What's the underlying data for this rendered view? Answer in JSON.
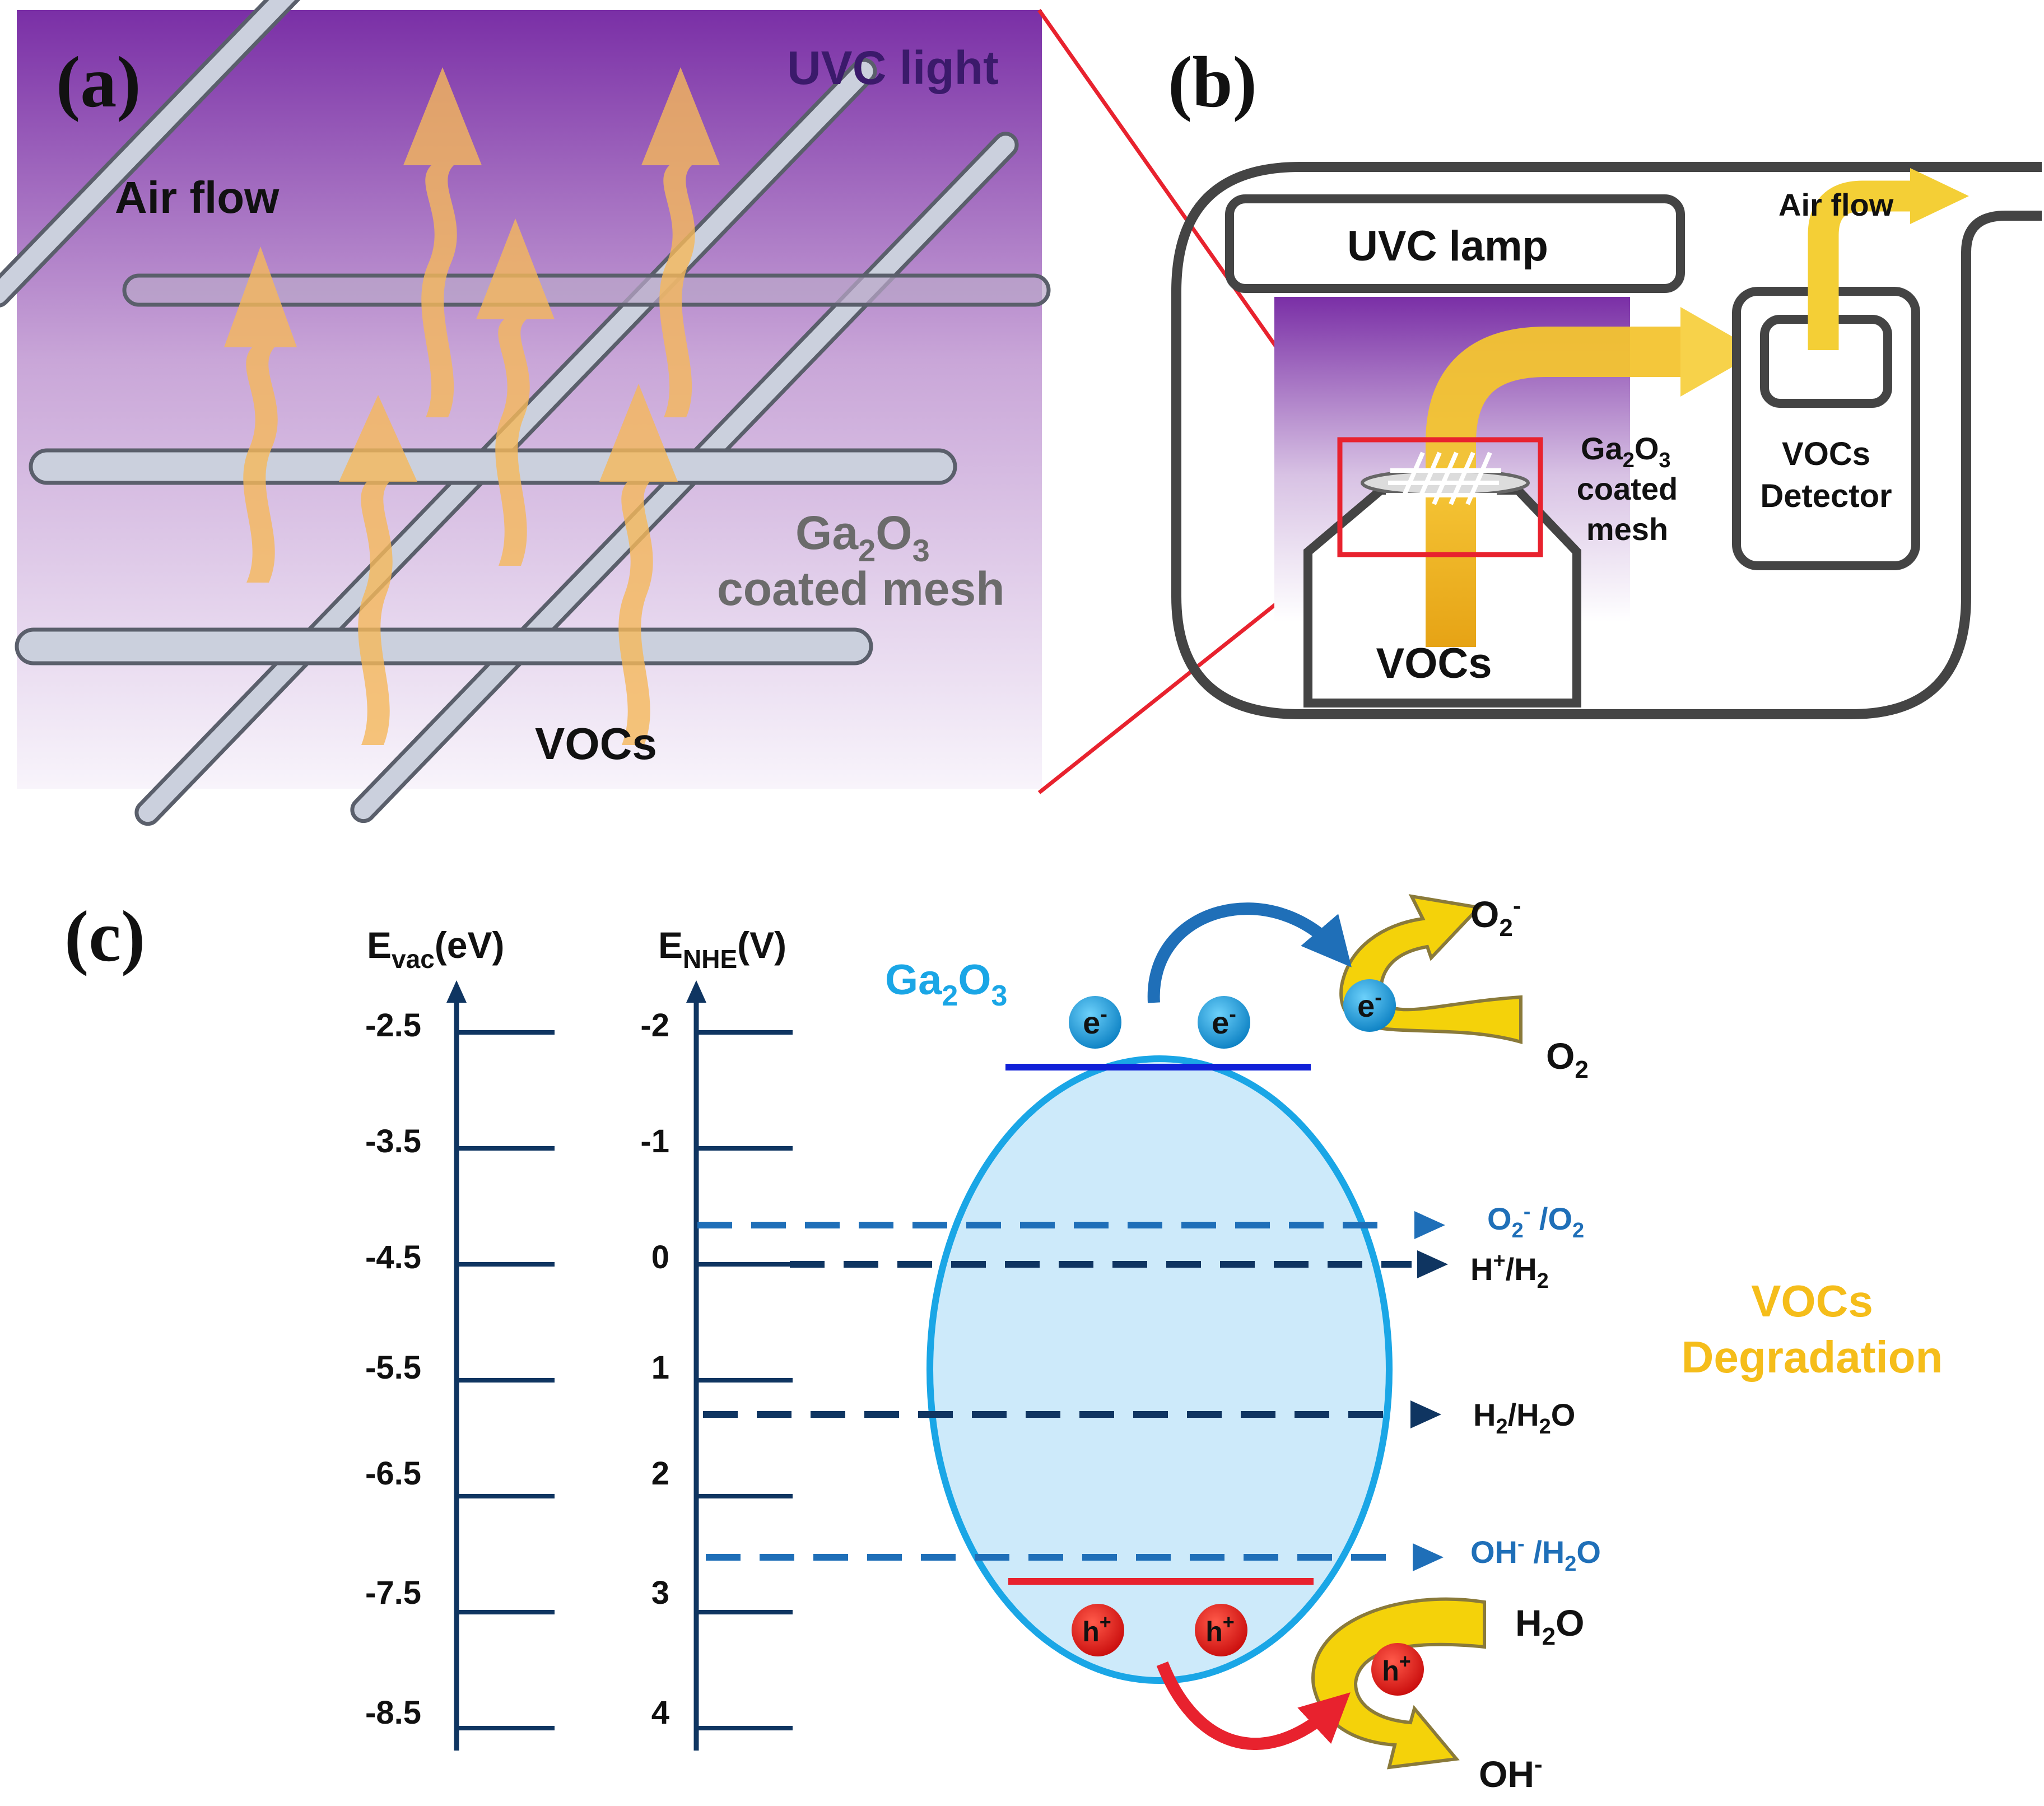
{
  "colors": {
    "uvc_purple": "#7a2fa6",
    "arrow_orange": "#f5b85a",
    "air_yellow": "#f8c71c",
    "frame_gray": "#444444",
    "rod_fill": "#cbd0dd",
    "red_outline": "#e8222e",
    "ga2o3_blue": "#1aa6e6",
    "axis_navy": "#0f3561",
    "couple_blue": "#1f6fb8",
    "vocs_orange": "#f5bd1a"
  },
  "panel_a": {
    "label": "(a)",
    "uvc_light": "UVC light",
    "air_flow": "Air flow",
    "ga2o3": "Ga",
    "ga2o3_sub2": "2",
    "ga2o3_o": "O",
    "ga2o3_sub3": "3",
    "coated_mesh": "coated mesh",
    "vocs": "VOCs"
  },
  "panel_b": {
    "label": "(b)",
    "uvc_lamp": "UVC lamp",
    "air_flow": "Air flow",
    "ga2o3": "Ga",
    "ga2o3_sub2": "2",
    "ga2o3_o": "O",
    "ga2o3_sub3": "3",
    "coated": "coated",
    "mesh": "mesh",
    "detector_line1": "VOCs",
    "detector_line2": "Detector",
    "vocs": "VOCs"
  },
  "panel_c": {
    "label": "(c)",
    "evac_axis": {
      "symbol": "E",
      "sub": "vac",
      "unit": "(eV)",
      "ticks": [
        "-2.5",
        "-3.5",
        "-4.5",
        "-5.5",
        "-6.5",
        "-7.5",
        "-8.5"
      ]
    },
    "enhe_axis": {
      "symbol": "E",
      "sub": "NHE",
      "unit": "(V)",
      "ticks": [
        "-2",
        "-1",
        "0",
        "1",
        "2",
        "3",
        "4"
      ]
    },
    "semiconductor": {
      "name": "Ga",
      "sub2": "2",
      "o": "O",
      "sub3": "3"
    },
    "electron": "e",
    "electron_sup": "-",
    "hole": "h",
    "hole_sup": "+",
    "couples": {
      "o2_radical": {
        "a": "O",
        "a_sub": "2",
        "a_sup": "-",
        "b": " /O",
        "b_sub": "2"
      },
      "h_h2": {
        "a": "H",
        "a_sup": "+",
        "b": "/H",
        "b_sub": "2"
      },
      "h2_h2o": {
        "a": "H",
        "a_sub": "2",
        "b": "/H",
        "b_sub": "2",
        "c": "O"
      },
      "oh_h2o": {
        "a": "OH",
        "a_sup": "-",
        "b": " /H",
        "b_sub": "2",
        "c": "O"
      }
    },
    "species": {
      "o2_minus": {
        "base": "O",
        "sub": "2",
        "sup": "-"
      },
      "o2": {
        "base": "O",
        "sub": "2"
      },
      "h2o": {
        "base": "H",
        "sub": "2",
        "tail": "O"
      },
      "oh_minus": {
        "base": "OH",
        "sup": "-"
      }
    },
    "vocs_line1": "VOCs",
    "vocs_line2": "Degradation"
  }
}
